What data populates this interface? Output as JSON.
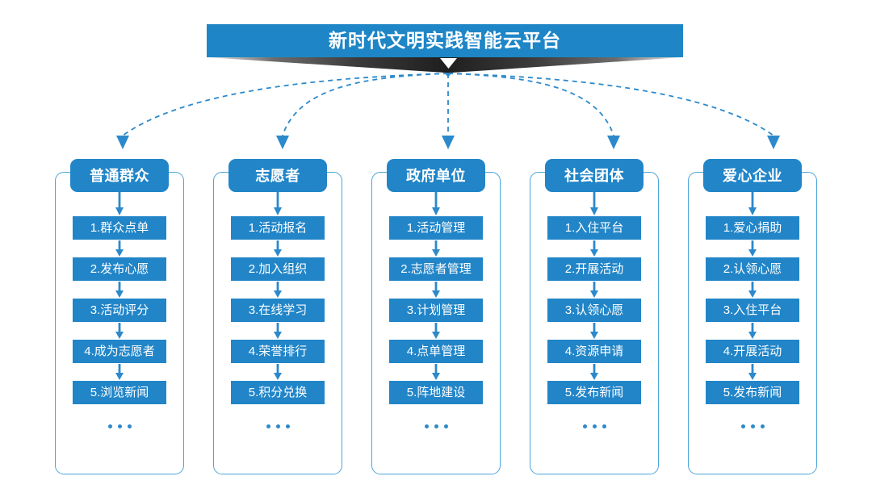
{
  "banner": {
    "title": "新时代文明实践智能云平台",
    "color": "#1e86c7",
    "shadow_color": "#2b2b2b"
  },
  "theme": {
    "header_blue": "#2185c8",
    "item_blue": "#2185c8",
    "frame_border": "#4ba4da",
    "connector_blue": "#2c89cb",
    "text_white": "#ffffff",
    "background": "#ffffff"
  },
  "ellipsis_label": "...",
  "columns": [
    {
      "header": "普通群众",
      "items": [
        "1.群众点单",
        "2.发布心愿",
        "3.活动评分",
        "4.成为志愿者",
        "5.浏览新闻"
      ]
    },
    {
      "header": "志愿者",
      "items": [
        "1.活动报名",
        "2.加入组织",
        "3.在线学习",
        "4.荣誉排行",
        "5.积分兑换"
      ]
    },
    {
      "header": "政府单位",
      "items": [
        "1.活动管理",
        "2.志愿者管理",
        "3.计划管理",
        "4.点单管理",
        "5.阵地建设"
      ]
    },
    {
      "header": "社会团体",
      "items": [
        "1.入住平台",
        "2.开展活动",
        "3.认领心愿",
        "4.资源申请",
        "5.发布新闻"
      ]
    },
    {
      "header": "爱心企业",
      "items": [
        "1.爱心捐助",
        "2.认领心愿",
        "3.入住平台",
        "4.开展活动",
        "5.发布新闻"
      ]
    }
  ]
}
